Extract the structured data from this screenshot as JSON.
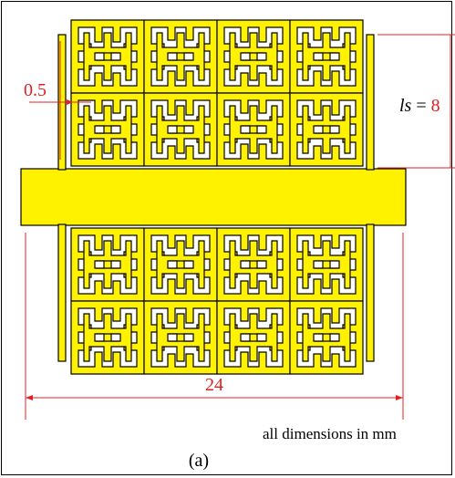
{
  "figure": {
    "colors": {
      "metal": "#fff200",
      "outline": "#000000",
      "dimension": "#e02020",
      "background": "#ffffff"
    },
    "labels": {
      "gap_width": "0.5",
      "ls_symbol": "ls",
      "ls_equals": " = ",
      "ls_value": "8",
      "total_width": "24",
      "units_note": "all dimensions in mm",
      "panel_caption": "(a)"
    }
  }
}
